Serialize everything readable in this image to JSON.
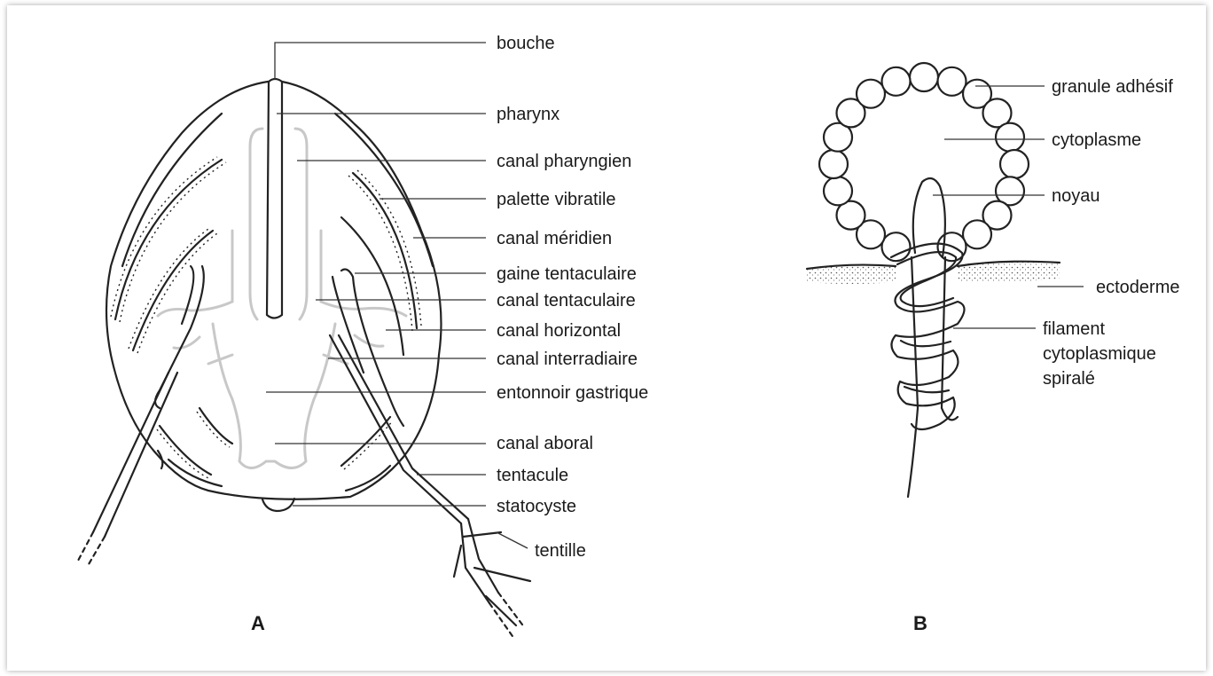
{
  "figure_a": {
    "panel_label": "A",
    "labels": {
      "bouche": "bouche",
      "pharynx": "pharynx",
      "canal_pharyngien": "canal pharyngien",
      "palette_vibratile": "palette vibratile",
      "canal_meridien": "canal méridien",
      "gaine_tentaculaire": "gaine tentaculaire",
      "canal_tentaculaire": "canal tentaculaire",
      "canal_horizontal": "canal horizontal",
      "canal_interradiaire": "canal interradiaire",
      "entonnoir_gastrique": "entonnoir gastrique",
      "canal_aboral": "canal aboral",
      "tentacule": "tentacule",
      "statocyste": "statocyste",
      "tentille": "tentille"
    }
  },
  "figure_b": {
    "panel_label": "B",
    "labels": {
      "granule_adhesif": "granule adhésif",
      "cytoplasme": "cytoplasme",
      "noyau": "noyau",
      "ectoderme": "ectoderme",
      "filament_line1": "filament",
      "filament_line2": "cytoplasmique",
      "filament_line3": "spiralé"
    }
  },
  "colors": {
    "ink": "#222222",
    "canal": "#c8c8c8",
    "background": "#ffffff"
  }
}
